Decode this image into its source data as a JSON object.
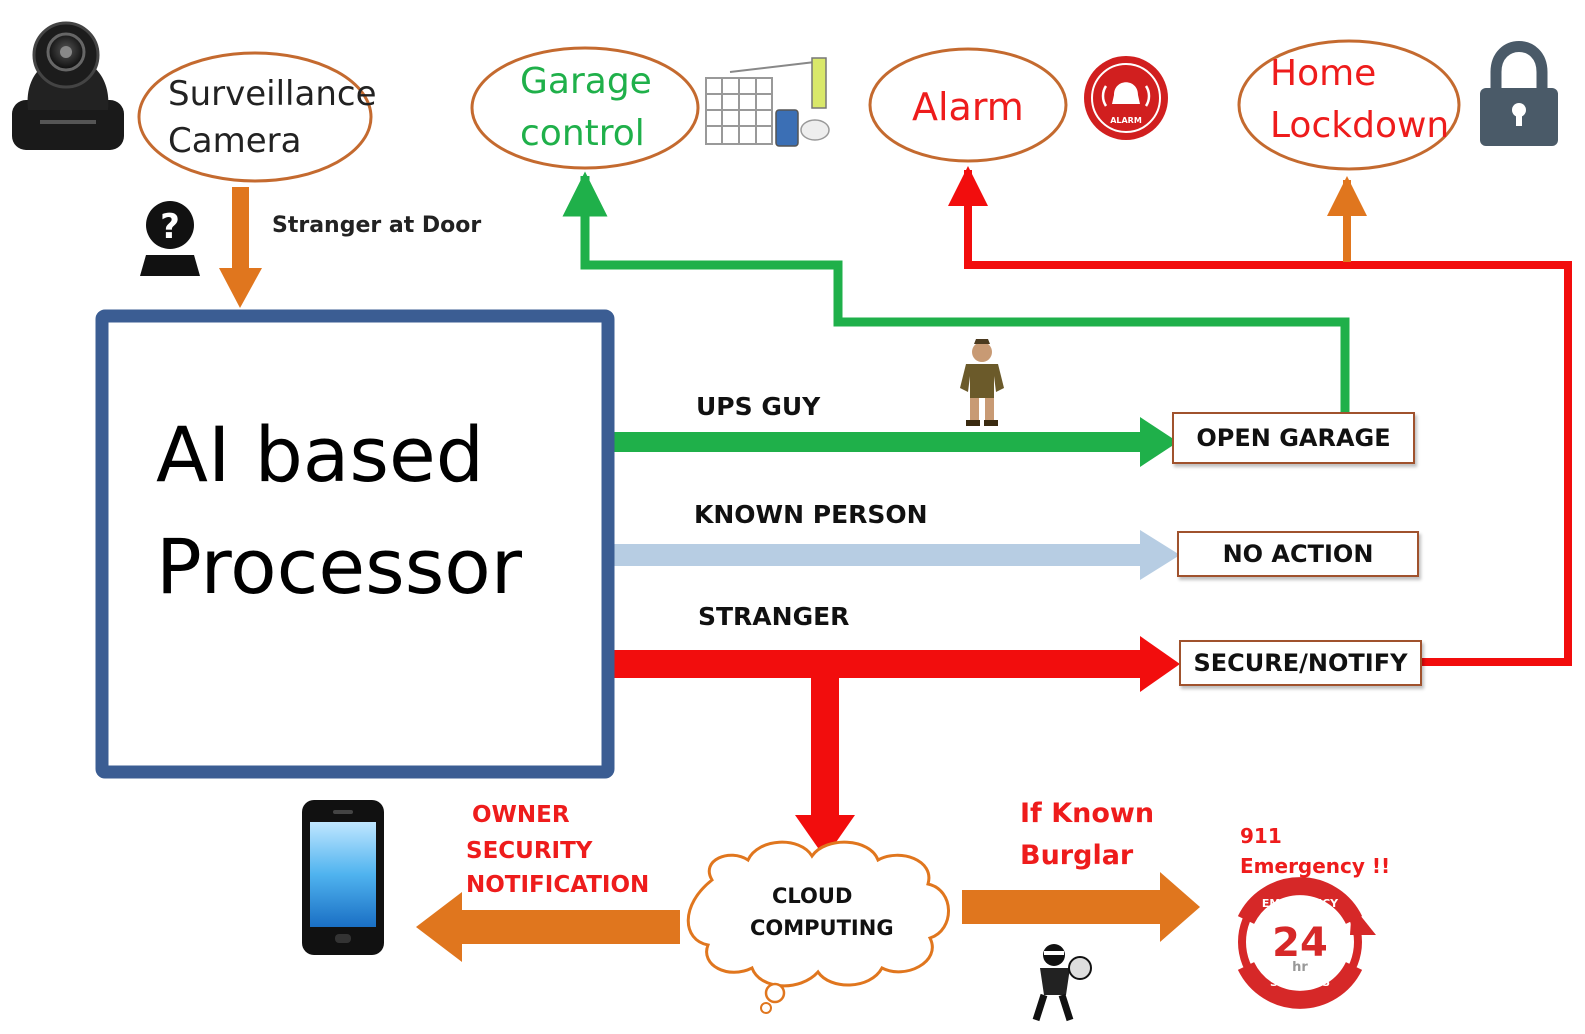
{
  "colors": {
    "processor_border": "#3b5d93",
    "green": "#1fb04a",
    "light_blue": "#b7cde3",
    "red": "#f20d0d",
    "orange": "#e0761e",
    "oval_border": "#c46a2f"
  },
  "nodes": {
    "camera": {
      "label_line1": "Surveillance",
      "label_line2": "Camera",
      "icon": "security-camera-icon"
    },
    "garage": {
      "label_line1": "Garage",
      "label_line2": "control",
      "icon": "garage-door-icon"
    },
    "alarm": {
      "label": "Alarm",
      "icon": "alarm-icon",
      "icon_text": "ALARM"
    },
    "lockdown": {
      "label_line1": "Home",
      "label_line2": "Lockdown",
      "icon": "padlock-icon"
    },
    "processor": {
      "label_line1": "AI based",
      "label_line2": "Processor"
    },
    "cloud": {
      "label_line1": "CLOUD",
      "label_line2": "COMPUTING",
      "icon": "cloud-icon"
    }
  },
  "edges": {
    "stranger_at_door": "Stranger at Door",
    "ups_guy": "UPS GUY",
    "known_person": "KNOWN PERSON",
    "stranger": "STRANGER",
    "owner_notification": [
      "OWNER",
      "SECURITY",
      "NOTIFICATION"
    ],
    "known_burglar": [
      "If Known",
      "Burglar"
    ]
  },
  "actions": {
    "open_garage": "OPEN GARAGE",
    "no_action": "NO ACTION",
    "secure_notify": "SECURE/NOTIFY"
  },
  "emergency": {
    "line1": "911",
    "line2": "Emergency !!",
    "badge_top": "EMERGENCY",
    "badge_number": "24",
    "badge_unit": "hr",
    "badge_bottom": "SERVICES",
    "icon": "emergency-24hr-icon"
  },
  "icons": [
    "question-person-icon",
    "delivery-man-icon",
    "smartphone-icon",
    "burglar-icon"
  ]
}
